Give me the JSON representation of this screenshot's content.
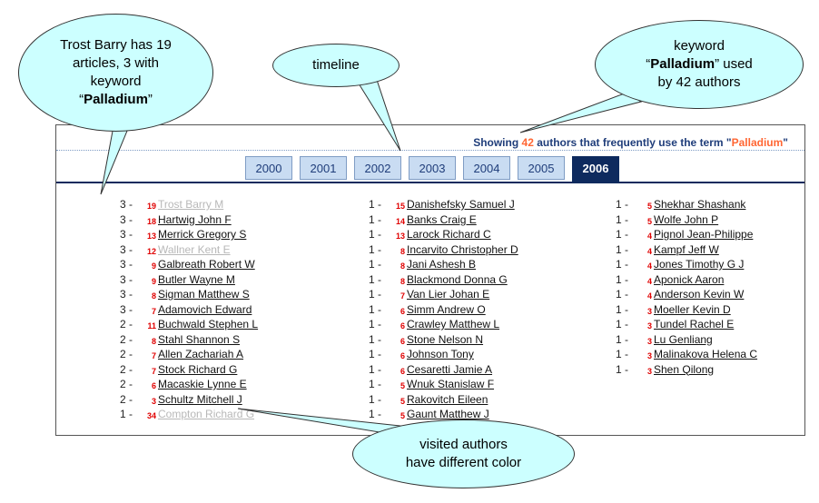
{
  "header": {
    "showing_prefix": "Showing ",
    "count": "42",
    "showing_mid": " authors that frequently use the term \"",
    "term": "Palladium",
    "showing_suffix": "\""
  },
  "tabs": [
    {
      "label": "2000",
      "active": false
    },
    {
      "label": "2001",
      "active": false
    },
    {
      "label": "2002",
      "active": false
    },
    {
      "label": "2003",
      "active": false
    },
    {
      "label": "2004",
      "active": false
    },
    {
      "label": "2005",
      "active": false
    },
    {
      "label": "2006",
      "active": true
    }
  ],
  "columns": [
    [
      {
        "kw": "3 -",
        "arts": "19",
        "name": "Trost Barry M",
        "visited": true
      },
      {
        "kw": "3 -",
        "arts": "18",
        "name": "Hartwig John F",
        "visited": false
      },
      {
        "kw": "3 -",
        "arts": "13",
        "name": "Merrick Gregory S",
        "visited": false
      },
      {
        "kw": "3 -",
        "arts": "12",
        "name": "Wallner Kent E",
        "visited": true
      },
      {
        "kw": "3 -",
        "arts": "9",
        "name": "Galbreath Robert W",
        "visited": false
      },
      {
        "kw": "3 -",
        "arts": "9",
        "name": "Butler Wayne M",
        "visited": false
      },
      {
        "kw": "3 -",
        "arts": "8",
        "name": "Sigman Matthew S",
        "visited": false
      },
      {
        "kw": "3 -",
        "arts": "7",
        "name": "Adamovich Edward",
        "visited": false
      },
      {
        "kw": "2 -",
        "arts": "11",
        "name": "Buchwald Stephen L",
        "visited": false
      },
      {
        "kw": "2 -",
        "arts": "8",
        "name": "Stahl Shannon S",
        "visited": false
      },
      {
        "kw": "2 -",
        "arts": "7",
        "name": "Allen Zachariah A",
        "visited": false
      },
      {
        "kw": "2 -",
        "arts": "7",
        "name": "Stock Richard G",
        "visited": false
      },
      {
        "kw": "2 -",
        "arts": "6",
        "name": "Macaskie Lynne E",
        "visited": false
      },
      {
        "kw": "2 -",
        "arts": "3",
        "name": "Schultz Mitchell J",
        "visited": false
      },
      {
        "kw": "1 -",
        "arts": "34",
        "name": "Compton Richard G",
        "visited": true
      }
    ],
    [
      {
        "kw": "1 -",
        "arts": "15",
        "name": "Danishefsky Samuel J",
        "visited": false
      },
      {
        "kw": "1 -",
        "arts": "14",
        "name": "Banks Craig E",
        "visited": false
      },
      {
        "kw": "1 -",
        "arts": "13",
        "name": "Larock Richard C",
        "visited": false
      },
      {
        "kw": "1 -",
        "arts": "8",
        "name": "Incarvito Christopher D",
        "visited": false
      },
      {
        "kw": "1 -",
        "arts": "8",
        "name": "Jani Ashesh B",
        "visited": false
      },
      {
        "kw": "1 -",
        "arts": "8",
        "name": "Blackmond Donna G",
        "visited": false
      },
      {
        "kw": "1 -",
        "arts": "7",
        "name": "Van Lier Johan E",
        "visited": false
      },
      {
        "kw": "1 -",
        "arts": "6",
        "name": "Simm Andrew O",
        "visited": false
      },
      {
        "kw": "1 -",
        "arts": "6",
        "name": "Crawley Matthew L",
        "visited": false
      },
      {
        "kw": "1 -",
        "arts": "6",
        "name": "Stone Nelson N",
        "visited": false
      },
      {
        "kw": "1 -",
        "arts": "6",
        "name": "Johnson Tony",
        "visited": false
      },
      {
        "kw": "1 -",
        "arts": "6",
        "name": "Cesaretti Jamie A",
        "visited": false
      },
      {
        "kw": "1 -",
        "arts": "5",
        "name": "Wnuk Stanislaw F",
        "visited": false
      },
      {
        "kw": "1 -",
        "arts": "5",
        "name": "Rakovitch Eileen",
        "visited": false
      },
      {
        "kw": "1 -",
        "arts": "5",
        "name": "Gaunt Matthew J",
        "visited": false
      }
    ],
    [
      {
        "kw": "1 -",
        "arts": "5",
        "name": "Shekhar Shashank",
        "visited": false
      },
      {
        "kw": "1 -",
        "arts": "5",
        "name": "Wolfe John P",
        "visited": false
      },
      {
        "kw": "1 -",
        "arts": "4",
        "name": "Pignol Jean-Philippe",
        "visited": false
      },
      {
        "kw": "1 -",
        "arts": "4",
        "name": "Kampf Jeff W",
        "visited": false
      },
      {
        "kw": "1 -",
        "arts": "4",
        "name": "Jones Timothy G J",
        "visited": false
      },
      {
        "kw": "1 -",
        "arts": "4",
        "name": "Aponick Aaron",
        "visited": false
      },
      {
        "kw": "1 -",
        "arts": "4",
        "name": "Anderson Kevin W",
        "visited": false
      },
      {
        "kw": "1 -",
        "arts": "3",
        "name": "Moeller Kevin D",
        "visited": false
      },
      {
        "kw": "1 -",
        "arts": "3",
        "name": "Tundel Rachel E",
        "visited": false
      },
      {
        "kw": "1 -",
        "arts": "3",
        "name": "Lu Genliang",
        "visited": false
      },
      {
        "kw": "1 -",
        "arts": "3",
        "name": "Malinakova Helena C",
        "visited": false
      },
      {
        "kw": "1 -",
        "arts": "3",
        "name": "Shen Qilong",
        "visited": false
      }
    ]
  ],
  "callouts": {
    "trost": {
      "l1": "Trost Barry has 19",
      "l2": "articles, 3 with",
      "l3": "keyword",
      "q1": "“",
      "bold": "Palladium",
      "q2": "”"
    },
    "timeline": {
      "text": "timeline"
    },
    "keyword": {
      "l1": "keyword",
      "q1": "“",
      "bold": "Palladium",
      "q2": "”",
      "l1b": " used",
      "l3": "by 42 authors"
    },
    "visited": {
      "l1": "visited authors",
      "l2": "have different color"
    }
  }
}
